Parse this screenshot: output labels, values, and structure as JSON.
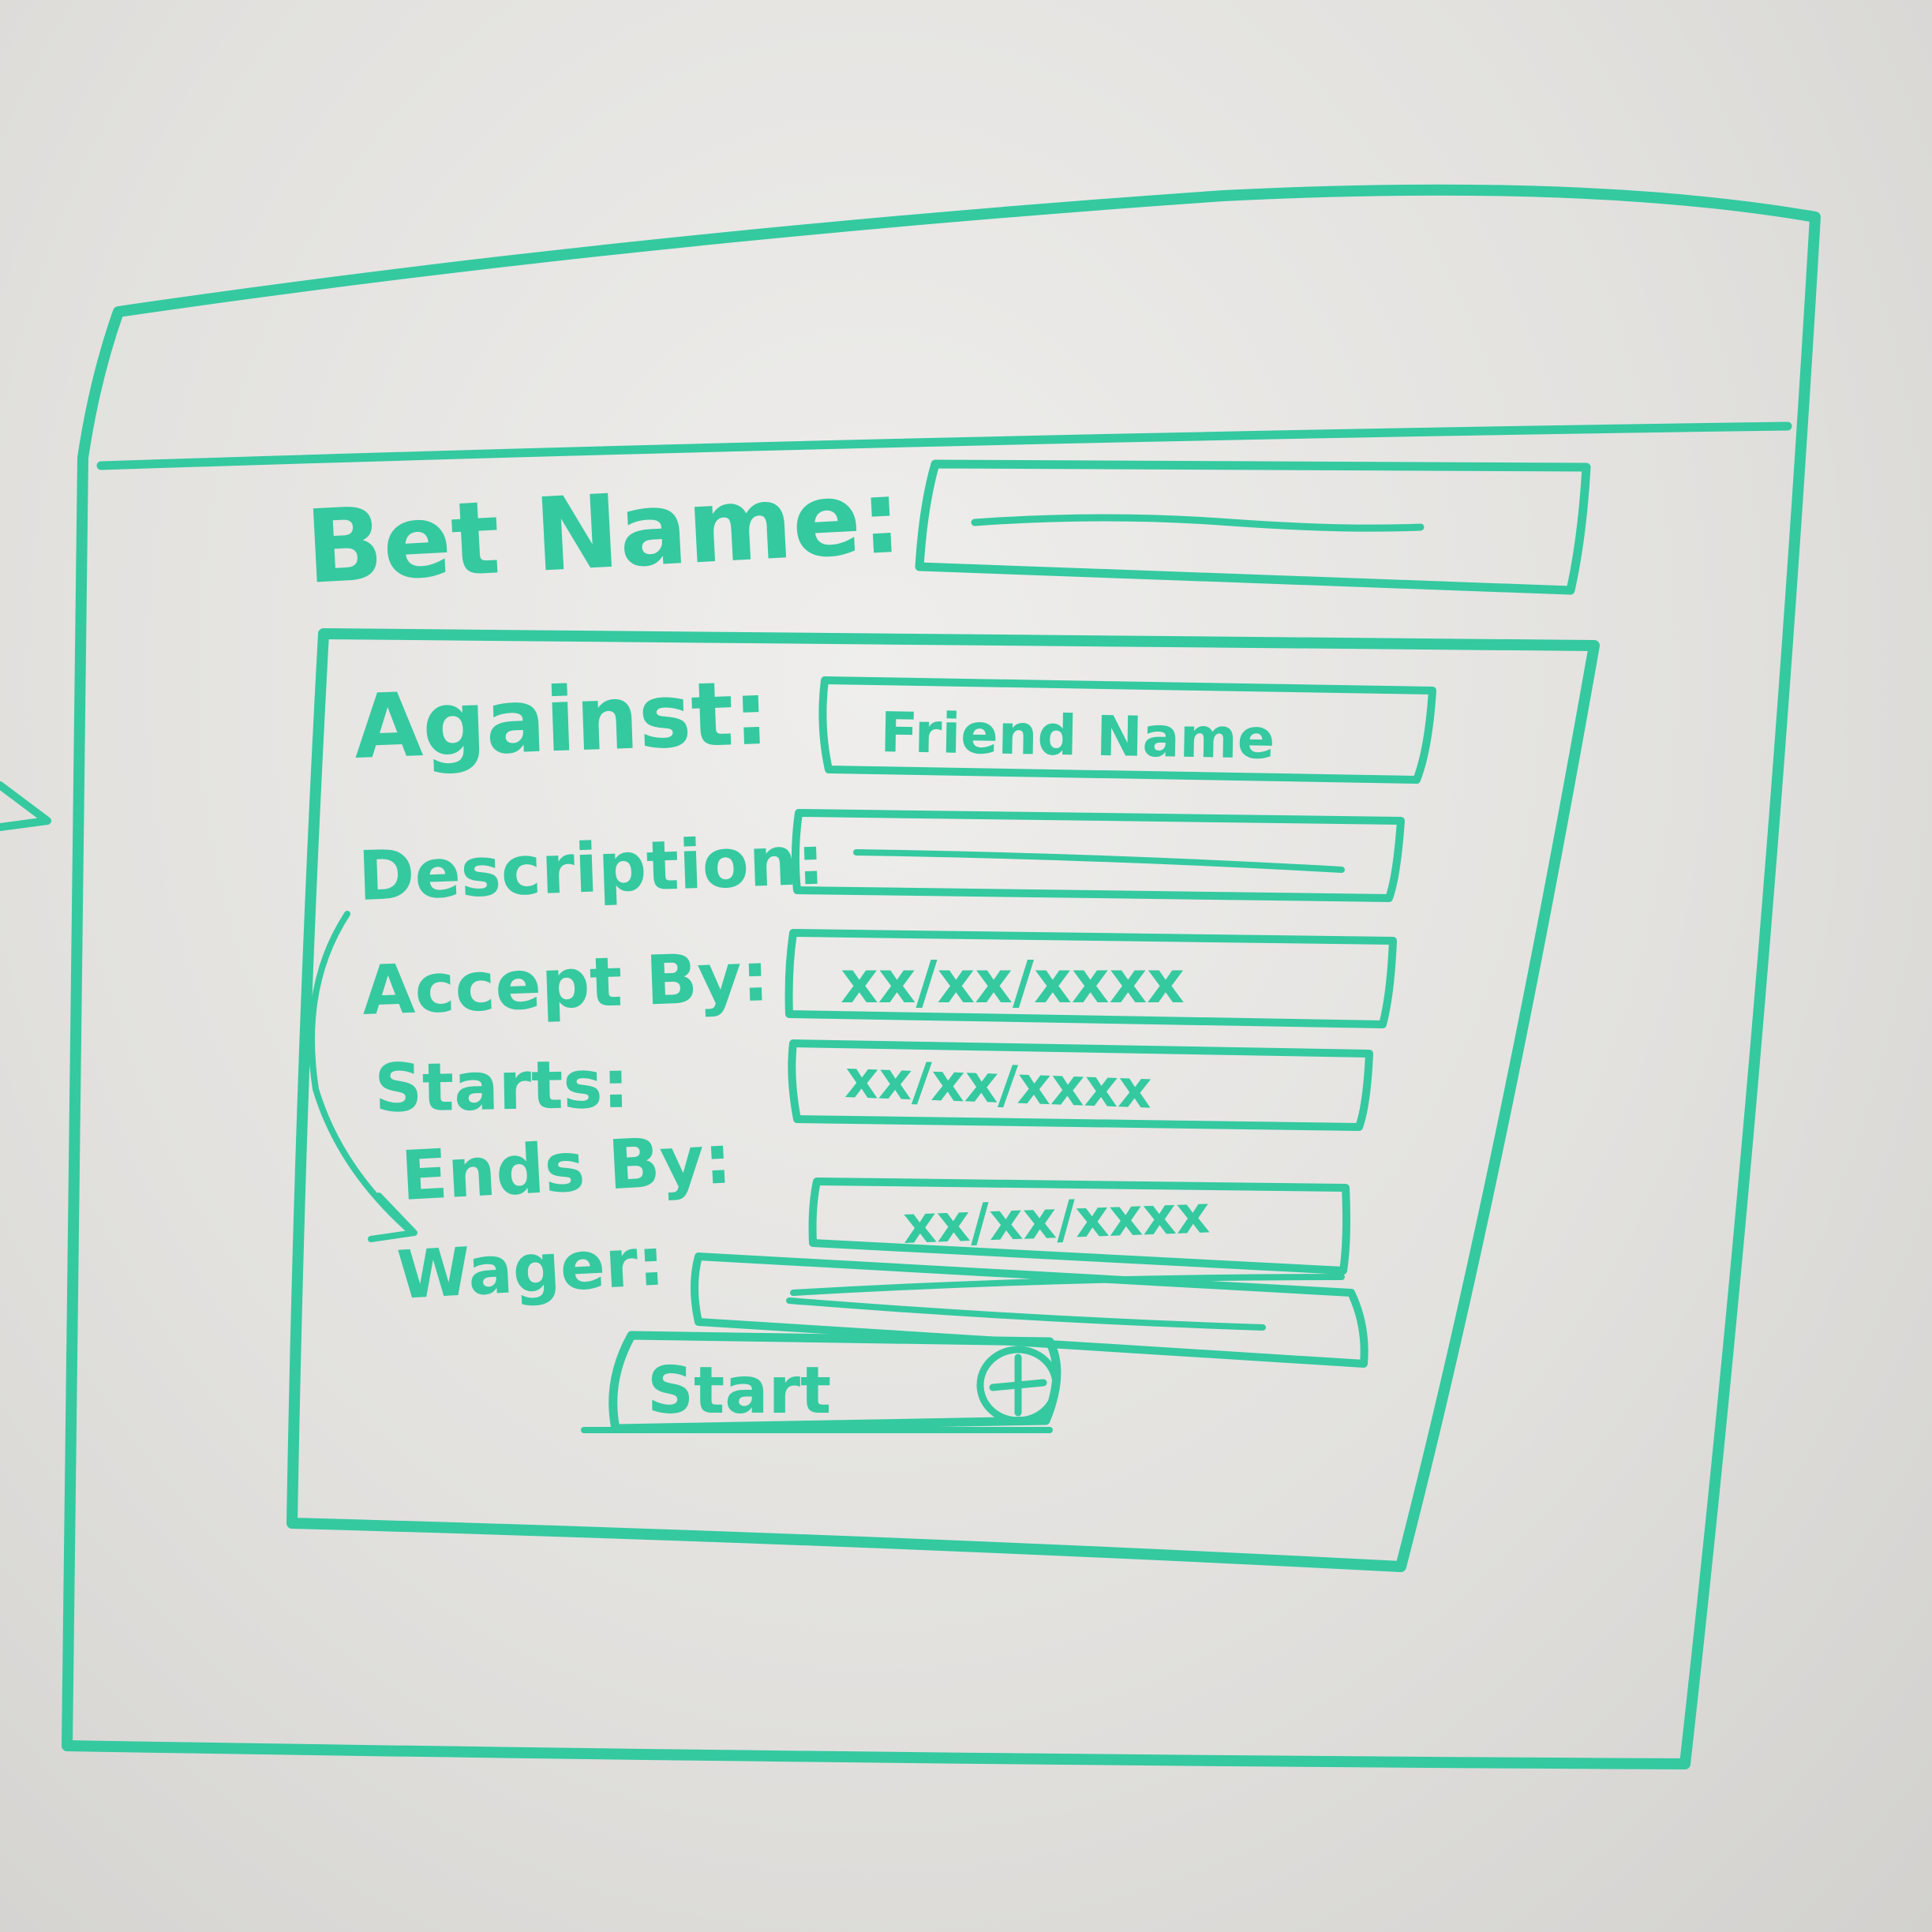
{
  "ink_color": "#35c9a0",
  "board_color": "#e6e5e2",
  "form": {
    "bet_name_label": "Bet Name:",
    "against_label": "Against:",
    "against_value": "Friend Name",
    "description_label": "Description:",
    "accept_by_label": "Accept By:",
    "accept_by_value": "xx/xx/xxxx",
    "starts_label": "Starts:",
    "starts_value": "xx/xx/xxxx",
    "ends_by_label": "Ends By:",
    "ends_by_value": "xx/xx/xxxx",
    "wager_label": "Wager:",
    "start_button_label": "Start",
    "start_button_icon": "plus-circle-icon"
  }
}
